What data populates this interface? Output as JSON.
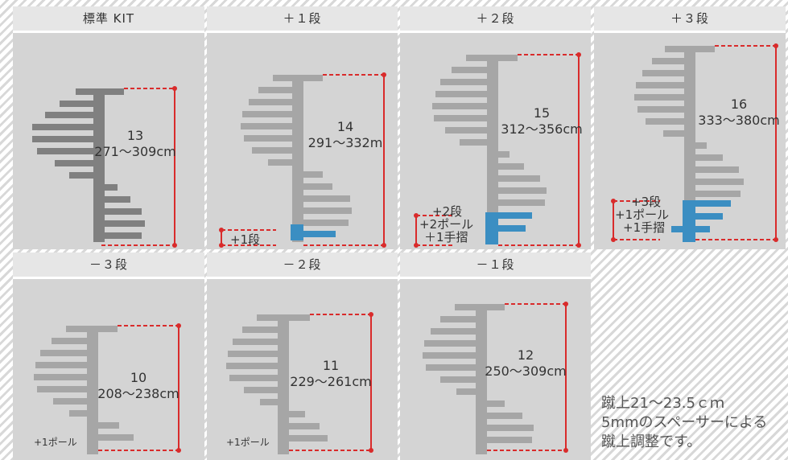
{
  "colors": {
    "panel_bg": "#d4d4d4",
    "header_bg": "#e6e6e6",
    "step": "#a6a6a6",
    "step_kit": "#808080",
    "added_step": "#3b8ec2",
    "dimension_line": "#d92b2b"
  },
  "panels": [
    {
      "id": "kit",
      "header": "標準 KIT",
      "steps": "13",
      "height_range": "271～309cm"
    },
    {
      "id": "plus1",
      "header": "＋１段",
      "steps": "14",
      "height_range": "291～332m",
      "notes": [
        "+1段"
      ]
    },
    {
      "id": "plus2",
      "header": "＋２段",
      "steps": "15",
      "height_range": "312～356cm",
      "notes": [
        "+2段",
        "+2ポール",
        "＋1手摺"
      ]
    },
    {
      "id": "plus3",
      "header": "＋３段",
      "steps": "16",
      "height_range": "333～380cm",
      "notes": [
        "+3段",
        "+1ポール",
        "+1手摺"
      ]
    },
    {
      "id": "minus3",
      "header": "－３段",
      "steps": "10",
      "height_range": "208～238cm",
      "notes": [
        "+1ポール"
      ]
    },
    {
      "id": "minus2",
      "header": "－２段",
      "steps": "11",
      "height_range": "229～261cm",
      "notes": [
        "+1ポール"
      ]
    },
    {
      "id": "minus1",
      "header": "－１段",
      "steps": "12",
      "height_range": "250～309cm"
    }
  ],
  "footnote": {
    "line1": "蹴上21～23.5ｃｍ",
    "line2": "5mmのスペーサーによる",
    "line3": "蹴上調整です。"
  }
}
